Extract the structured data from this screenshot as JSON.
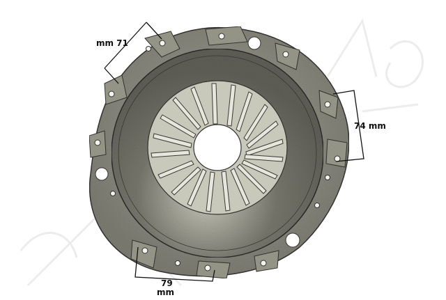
{
  "image": {
    "subject": "clutch pressure plate",
    "watermark_text": "Ashika",
    "background_color": "#ffffff",
    "body_color": "#8a8a7e",
    "facing_color": "#6b6b63",
    "highlight_color": "#cfcfc2"
  },
  "dimensions": {
    "top": {
      "value": "mm 71"
    },
    "right": {
      "value": "74 mm"
    },
    "bottom": {
      "number": "79",
      "unit": "mm"
    }
  }
}
